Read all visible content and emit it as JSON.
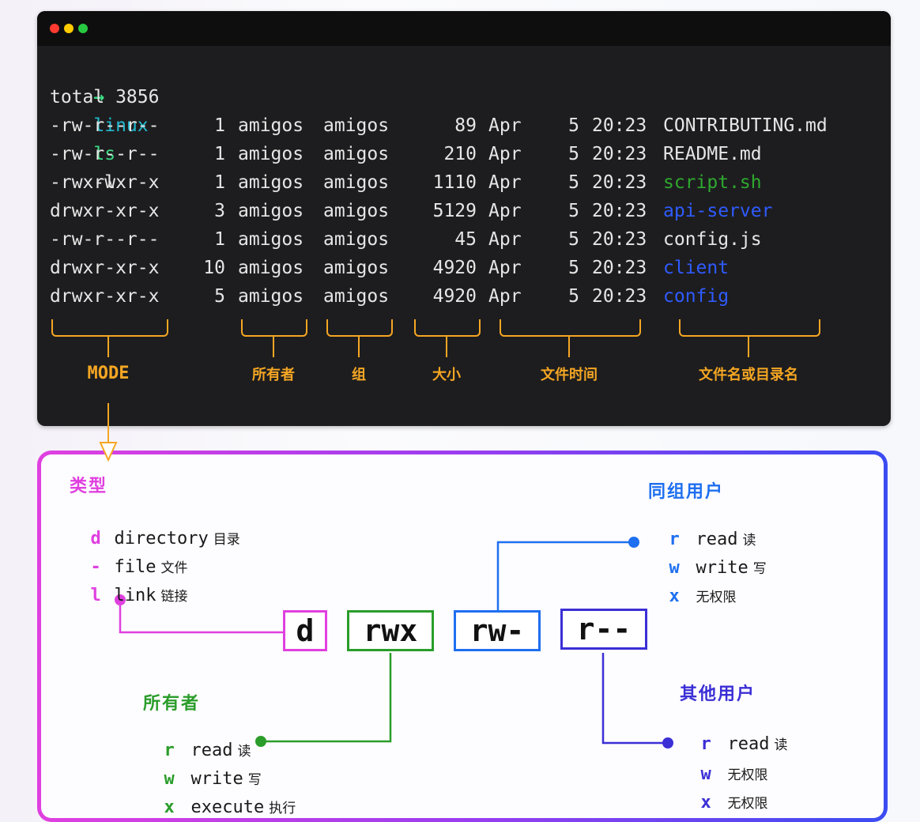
{
  "terminal": {
    "prompt_arrow": "→",
    "prompt_dir": "linux",
    "prompt_cmd": "ls",
    "prompt_arg": "-l",
    "total_line": "total 3856",
    "rows": [
      {
        "mode": "-rw-r--r--",
        "links": "1",
        "owner": "amigos",
        "group": "amigos",
        "size": "89",
        "month": "Apr",
        "day": "5",
        "time": "20:23",
        "name": "CONTRIBUTING.md",
        "kind": "file"
      },
      {
        "mode": "-rw-r--r--",
        "links": "1",
        "owner": "amigos",
        "group": "amigos",
        "size": "210",
        "month": "Apr",
        "day": "5",
        "time": "20:23",
        "name": "README.md",
        "kind": "file"
      },
      {
        "mode": "-rwxrwxr-x",
        "links": "1",
        "owner": "amigos",
        "group": "amigos",
        "size": "1110",
        "month": "Apr",
        "day": "5",
        "time": "20:23",
        "name": "script.sh",
        "kind": "exec"
      },
      {
        "mode": "drwxr-xr-x",
        "links": "3",
        "owner": "amigos",
        "group": "amigos",
        "size": "5129",
        "month": "Apr",
        "day": "5",
        "time": "20:23",
        "name": "api-server",
        "kind": "dir"
      },
      {
        "mode": "-rw-r--r--",
        "links": "1",
        "owner": "amigos",
        "group": "amigos",
        "size": "45",
        "month": "Apr",
        "day": "5",
        "time": "20:23",
        "name": "config.js",
        "kind": "file"
      },
      {
        "mode": "drwxr-xr-x",
        "links": "10",
        "owner": "amigos",
        "group": "amigos",
        "size": "4920",
        "month": "Apr",
        "day": "5",
        "time": "20:23",
        "name": "client",
        "kind": "dir"
      },
      {
        "mode": "drwxr-xr-x",
        "links": "5",
        "owner": "amigos",
        "group": "amigos",
        "size": "4920",
        "month": "Apr",
        "day": "5",
        "time": "20:23",
        "name": "config",
        "kind": "dir"
      }
    ],
    "bracket_labels": {
      "mode": "MODE",
      "owner": "所有者",
      "group": "组",
      "size": "大小",
      "time": "文件时间",
      "name": "文件名或目录名"
    }
  },
  "colors": {
    "accent_orange": "#f5a623",
    "exec_green": "#2fa82f",
    "dir_blue": "#2f5bff",
    "prompt_arrow": "#3ddc84",
    "prompt_dir": "#22b8cf",
    "type_magenta": "#e040e0",
    "owner_green": "#2a9d2a",
    "group_blue": "#1e6ff0",
    "other_indigo": "#3b2fd6"
  },
  "permissions": {
    "type": {
      "heading": "类型",
      "items": [
        {
          "key": "d",
          "word": "directory",
          "cn": "目录"
        },
        {
          "key": "-",
          "word": "file",
          "cn": "文件"
        },
        {
          "key": "l",
          "word": "link",
          "cn": "链接"
        }
      ]
    },
    "boxes": [
      "d",
      "rwx",
      "rw-",
      "r--"
    ],
    "owner": {
      "heading": "所有者",
      "items": [
        {
          "key": "r",
          "word": "read",
          "cn": "读"
        },
        {
          "key": "w",
          "word": "write",
          "cn": "写"
        },
        {
          "key": "x",
          "word": "execute",
          "cn": "执行"
        }
      ]
    },
    "group": {
      "heading": "同组用户",
      "items": [
        {
          "key": "r",
          "word": "read",
          "cn": "读"
        },
        {
          "key": "w",
          "word": "write",
          "cn": "写"
        },
        {
          "key": "x",
          "word": "",
          "cn": "无权限"
        }
      ]
    },
    "other": {
      "heading": "其他用户",
      "items": [
        {
          "key": "r",
          "word": "read",
          "cn": "读"
        },
        {
          "key": "w",
          "word": "",
          "cn": "无权限"
        },
        {
          "key": "x",
          "word": "",
          "cn": "无权限"
        }
      ]
    }
  }
}
